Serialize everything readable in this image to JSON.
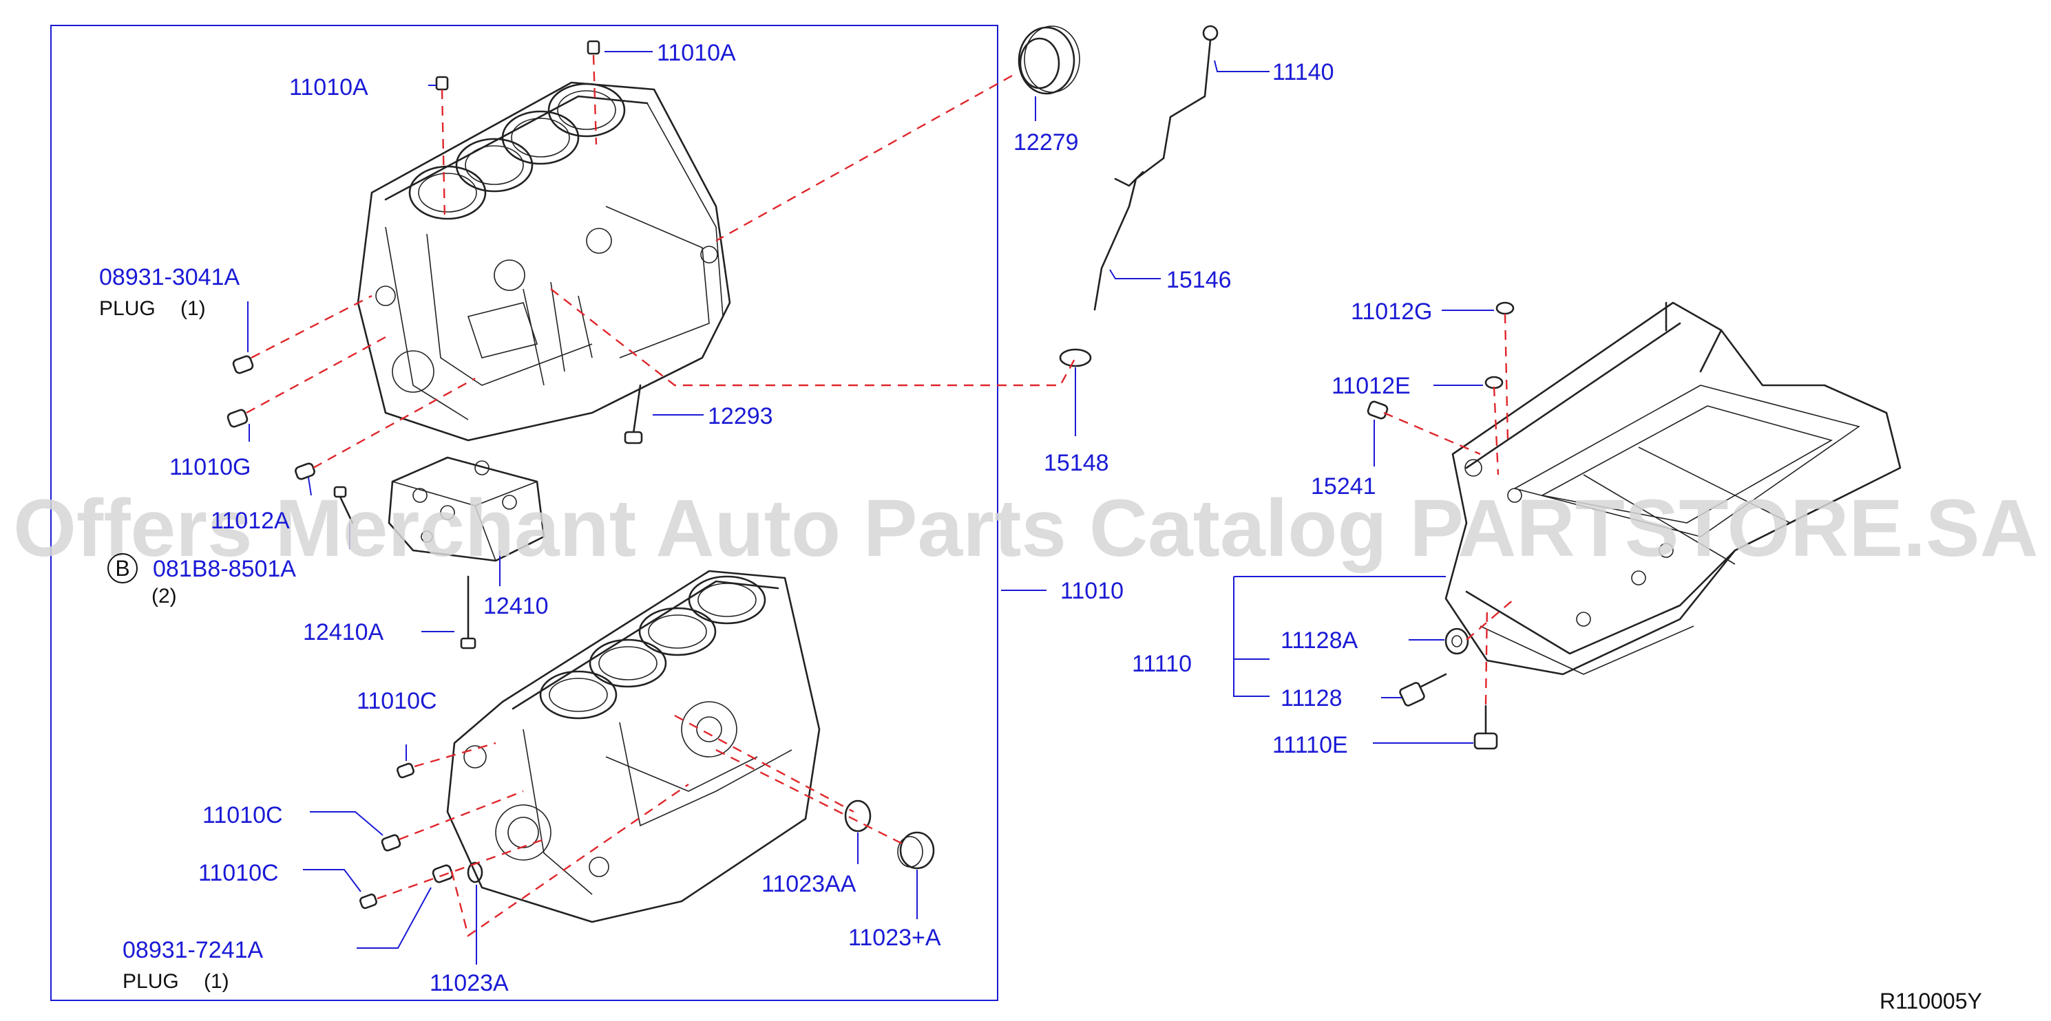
{
  "diagram_ref": "R110005Y",
  "watermark": "Offers Merchant Auto Parts Catalog PARTSTORE.SA",
  "colors": {
    "label": "#1a1ad6",
    "dashed_line": "#e0262b",
    "part_outline": "#222222",
    "watermark": "#d6d6d6"
  },
  "labels": {
    "p11010a_top": "11010A",
    "p11010a_left": "11010A",
    "p08931_3041a": "08931-3041A",
    "plug_1_top": "PLUG",
    "qty_1_top": "(1)",
    "p11010g": "11010G",
    "p11012a_obscured": "11012A",
    "b_symbol": "B",
    "p081b8_8501a": "081B8-8501A",
    "qty_2": "(2)",
    "p12410": "12410",
    "p12410a": "12410A",
    "p12293": "12293",
    "p12279": "12279",
    "p11140": "11140",
    "p15146": "15146",
    "p15148": "15148",
    "p11010": "11010",
    "p11010c_top": "11010C",
    "p11010c_mid": "11010C",
    "p11010c_low": "11010C",
    "p08931_7241a": "08931-7241A",
    "plug_1_bottom": "PLUG",
    "qty_1_bottom": "(1)",
    "p11023a": "11023A",
    "p11023aa": "11023AA",
    "p11023_plus_a": "11023+A",
    "p11012g": "11012G",
    "p11012e": "11012E",
    "p15241": "15241",
    "p11110": "11110",
    "p11128a": "11128A",
    "p11128": "11128",
    "p11110e": "11110E"
  }
}
